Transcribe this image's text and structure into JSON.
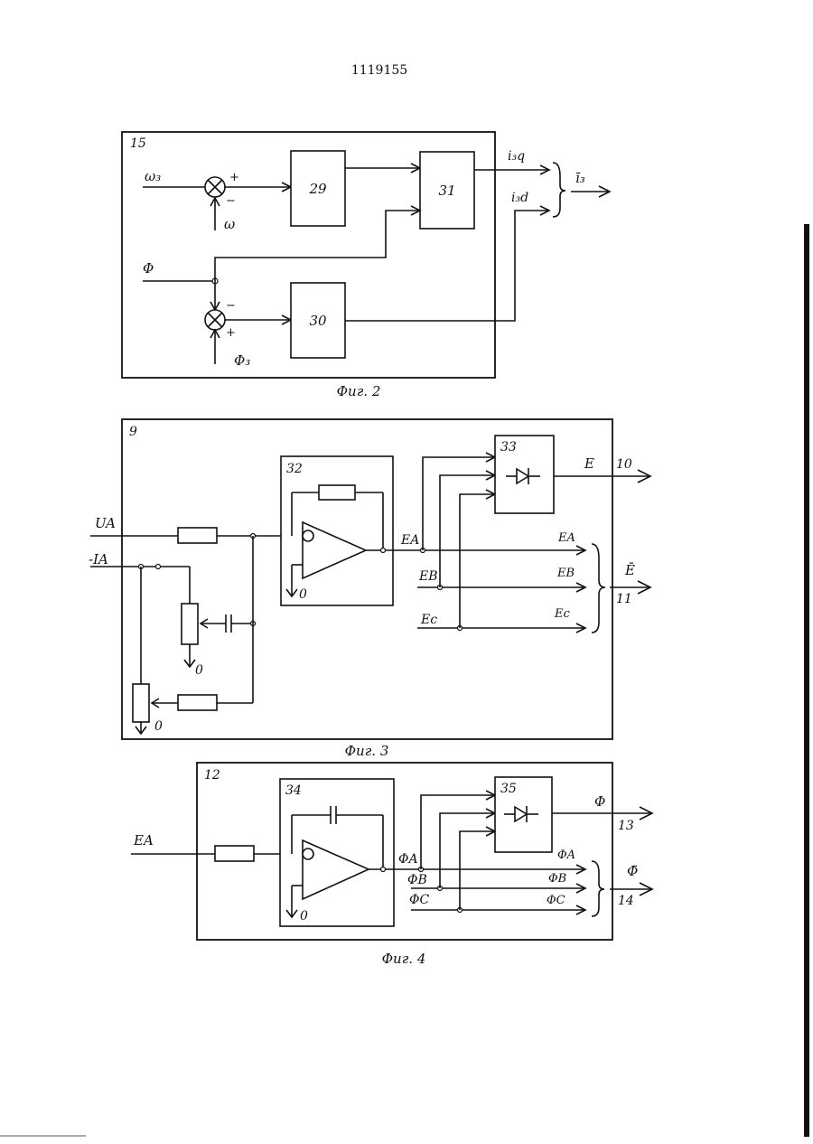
{
  "page": {
    "number": "1119155",
    "colors": {
      "ink": "#111111",
      "paper": "#ffffff"
    }
  },
  "fig2": {
    "caption": "Фиг. 2",
    "frame_number": "15",
    "inputs": {
      "omega_set": "ω₃",
      "omega": "ω",
      "flux": "Φ",
      "flux_set": "Φ₃"
    },
    "comparator1_signs": {
      "top": "+",
      "bottom": "−"
    },
    "comparator2_signs": {
      "top": "−",
      "bottom": "+"
    },
    "blocks": {
      "b29": "29",
      "b30": "30",
      "b31": "31"
    },
    "outputs": {
      "isq": "i₃q",
      "isd": "i₃d",
      "is_vec": "ī₃"
    }
  },
  "fig3": {
    "caption": "Фиг. 3",
    "frame_number": "9",
    "inputs": {
      "ua": "UA",
      "ia": "-IA"
    },
    "ground_labels": {
      "g1": "0",
      "g2": "0",
      "g3": "0"
    },
    "blocks": {
      "b32": "32",
      "b33": "33"
    },
    "signals": {
      "ea": "EA",
      "eb": "EB",
      "ec": "Ec",
      "ea_out": "EA",
      "eb_out": "EB",
      "ec_out": "Ec",
      "e": "E",
      "e_vec": "Ē"
    },
    "output_numbers": {
      "o10": "10",
      "o11": "11"
    }
  },
  "fig4": {
    "caption": "Фиг. 4",
    "frame_number": "12",
    "inputs": {
      "ea": "EA"
    },
    "ground_labels": {
      "g1": "0"
    },
    "blocks": {
      "b34": "34",
      "b35": "35"
    },
    "signals": {
      "pa": "ΦA",
      "pb": "ΦB",
      "pc": "ΦC",
      "pa_out": "ΦA",
      "pb_out": "ΦB",
      "pc_out": "ΦC",
      "p": "Φ",
      "p_vec": "Φ̄"
    },
    "output_numbers": {
      "o13": "13",
      "o14": "14"
    }
  }
}
